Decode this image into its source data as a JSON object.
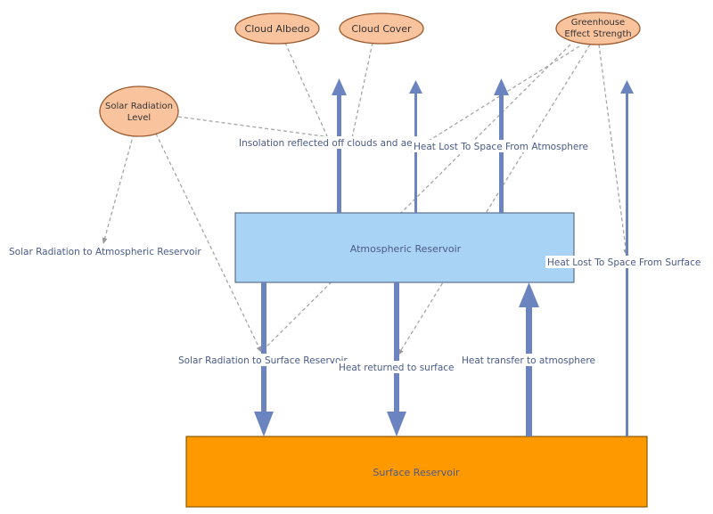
{
  "nodes": {
    "cloud_albedo": "Cloud Albedo",
    "cloud_cover": "Cloud Cover",
    "greenhouse": [
      "Greenhouse",
      "Effect Strength"
    ],
    "solar_radiation_level": [
      "Solar Radiation",
      "Level"
    ],
    "atmospheric_reservoir": "Atmospheric Reservoir",
    "surface_reservoir": "Surface Reservoir"
  },
  "flows": {
    "insolation_reflected": "Insolation reflected off clouds and ae",
    "heat_lost_atmosphere": "Heat Lost To Space From Atmosphere",
    "solar_to_atmospheric": "Solar Radiation to Atmospheric Reservoir",
    "heat_lost_surface": "Heat Lost To Space From Surface",
    "solar_to_surface": "Solar Radiation to Surface Reservoir",
    "heat_returned": "Heat returned to surface",
    "heat_transfer": "Heat transfer to atmosphere"
  },
  "colors": {
    "variable_fill": "#f9c39e",
    "variable_stroke": "#9a5a2e",
    "atmosphere_fill": "#a9d3f5",
    "surface_fill": "#ff9900",
    "flow_arrow": "#6b84bf",
    "link_line": "#a6a6a6",
    "label_text": "#4a5a8a"
  }
}
